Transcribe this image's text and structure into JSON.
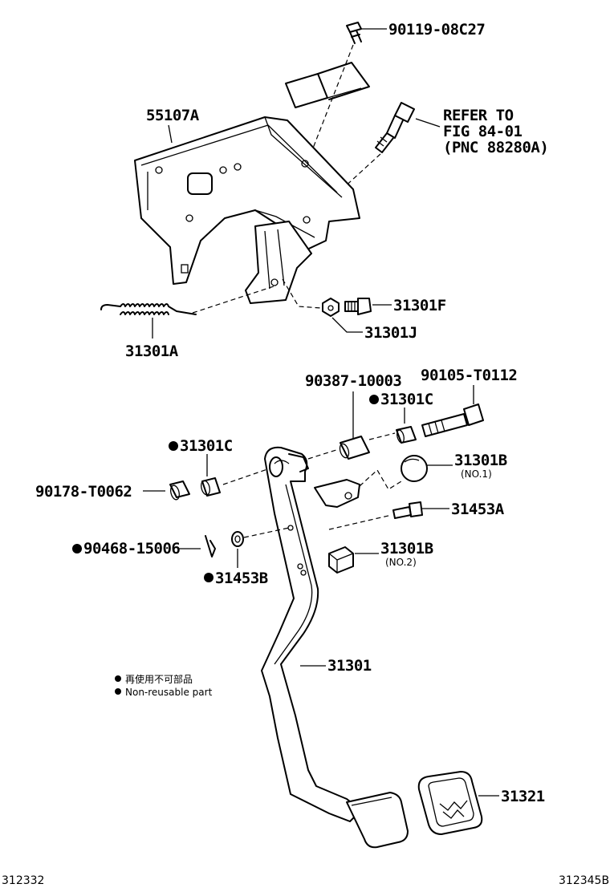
{
  "labels": {
    "bolt_top": "90119-08C27",
    "bracket": "55107A",
    "refer_line1": "REFER TO",
    "refer_line2": "FIG 84-01",
    "refer_line3": "(PNC 88280A)",
    "bolt_f": "31301F",
    "nut_j": "31301J",
    "spring": "31301A",
    "collar": "90387-10003",
    "bolt_right": "90105-T0112",
    "bush_c_right": "31301C",
    "bush_c_left": "31301C",
    "nut_left": "90178-T0062",
    "cushion_b1": "31301B",
    "cushion_b1_sub": "(NO.1)",
    "pin_a": "31453A",
    "clip": "90468-15006",
    "cushion_b2": "31301B",
    "cushion_b2_sub": "(NO.2)",
    "washer_b": "31453B",
    "pedal": "31301",
    "pad": "31321"
  },
  "legend": {
    "line_jp": "再使用不可部品",
    "line_en": "Non-reusable part"
  },
  "footer": {
    "left_code": "312332",
    "right_code": "312345B"
  }
}
